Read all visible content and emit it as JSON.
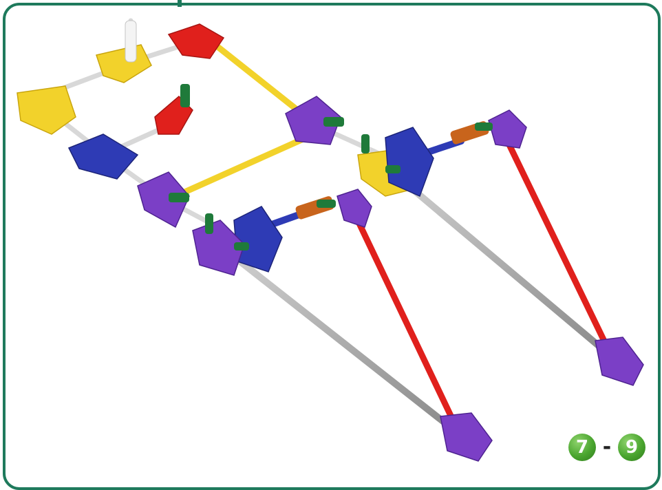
{
  "step_range": {
    "start": "7",
    "separator": "-",
    "end": "9"
  },
  "colors": {
    "frame_border": "#1e7a5c",
    "badge": "#4aa52f",
    "yellow": "#f2d22b",
    "red": "#e0201c",
    "blue": "#2e3bb5",
    "purple": "#7b3fc6",
    "grey_rod": "#a8a8a8",
    "white_rod": "#eeeeee",
    "green_clip": "#1f7a3a",
    "orange_part": "#c8641c"
  },
  "icons": [
    "knex-connector",
    "knex-rod",
    "step-number-badge"
  ]
}
